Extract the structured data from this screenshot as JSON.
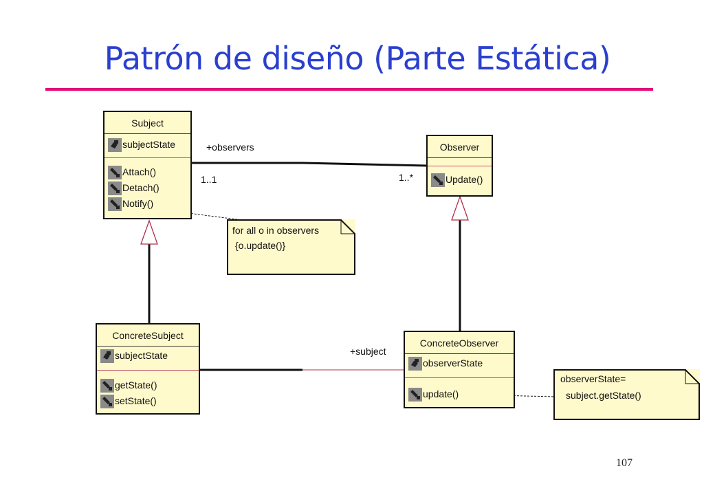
{
  "title": "Patrón de diseño (Parte Estática)",
  "page_number": "107",
  "classes": {
    "subject": {
      "name": "Subject",
      "attributes": [
        "subjectState"
      ],
      "operations": [
        "Attach()",
        "Detach()",
        "Notify()"
      ]
    },
    "observer": {
      "name": "Observer",
      "attributes": [],
      "operations": [
        "Update()"
      ]
    },
    "concrete_subject": {
      "name": "ConcreteSubject",
      "attributes": [
        "subjectState"
      ],
      "operations": [
        "getState()",
        "setState()"
      ]
    },
    "concrete_observer": {
      "name": "ConcreteObserver",
      "attributes": [
        "observerState"
      ],
      "operations": [
        "update()"
      ]
    }
  },
  "associations": {
    "observers": {
      "role": "+observers",
      "mult_subject": "1..1",
      "mult_observer": "1..*"
    },
    "subject": {
      "role": "+subject"
    }
  },
  "notes": {
    "notify": {
      "line1": "for all o in observers",
      "line2": "{o.update()}"
    },
    "state": {
      "line1": "observerState=",
      "line2": "subject.getState()"
    }
  },
  "icons": {
    "attribute": "attribute-icon",
    "operation": "operation-icon"
  },
  "colors": {
    "title": "#2a3fcf",
    "title_rule": "#e0107a",
    "class_fill": "#fffacc",
    "generalization": "#b0304a",
    "icon_fill": "#8a8a8a"
  }
}
